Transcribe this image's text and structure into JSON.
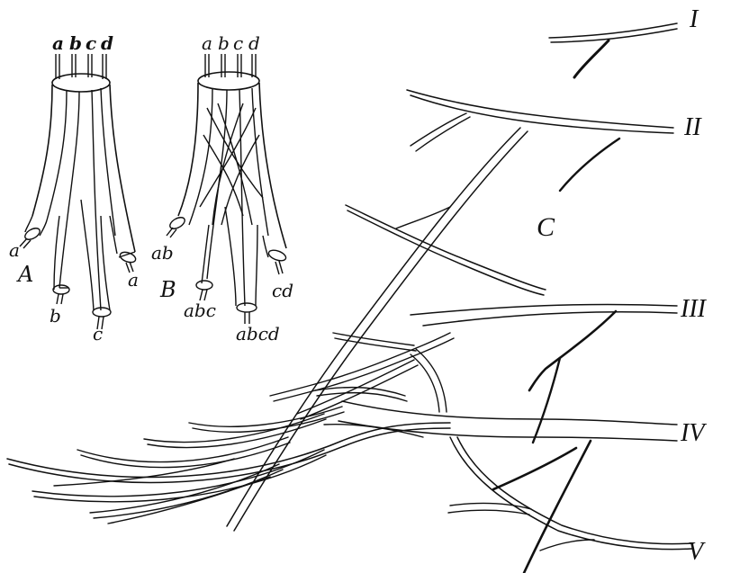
{
  "panel_a": {
    "top_labels": {
      "a": "a",
      "b": "b",
      "c": "c",
      "d": "d"
    },
    "end_labels": {
      "left_a": "a",
      "b": "b",
      "c": "c",
      "right_a": "a"
    },
    "panel_letter": "A"
  },
  "panel_b": {
    "top_labels": {
      "a": "a",
      "b": "b",
      "c": "c",
      "d": "d"
    },
    "end_labels": {
      "ab": "ab",
      "abc": "abc",
      "abcd": "abcd",
      "cd": "cd"
    },
    "panel_letter": "B"
  },
  "panel_c": {
    "panel_letter": "C",
    "nerve_labels": {
      "i": "I",
      "ii": "II",
      "iii": "III",
      "iv": "IV",
      "v": "V"
    }
  },
  "colors": {
    "ink": "#111111",
    "paper": "#ffffff"
  }
}
